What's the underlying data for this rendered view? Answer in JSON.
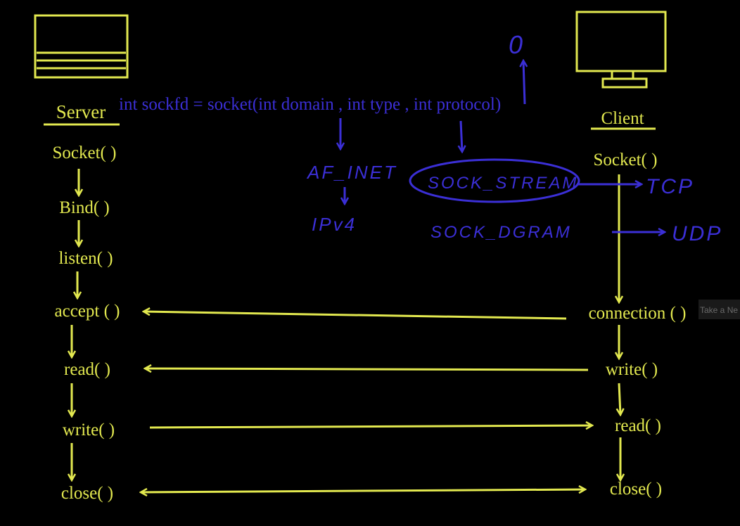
{
  "colors": {
    "background": "#000000",
    "server_client": "#e2e84f",
    "annotation": "#3b2fd6"
  },
  "server": {
    "title": "Server",
    "icon": "server-monitor-icon",
    "steps": [
      "Socket( )",
      "Bind( )",
      "listen( )",
      "accept ( )",
      "read( )",
      "write( )",
      "close( )"
    ]
  },
  "client": {
    "title": "Client",
    "icon": "desktop-monitor-icon",
    "steps": [
      "Socket( )",
      "connection ( )",
      "write( )",
      "read( )",
      "close( )"
    ]
  },
  "socket_call": {
    "signature": "int sockfd = socket(int domain , int type , int protocol)",
    "protocol_value": "0",
    "domain_value": "AF_INET",
    "domain_meaning": "IPv4",
    "type_values": [
      {
        "name": "SOCK_STREAM",
        "maps_to": "TCP"
      },
      {
        "name": "SOCK_DGRAM",
        "maps_to": "UDP"
      }
    ]
  },
  "overlay_text": "Take a Ne"
}
